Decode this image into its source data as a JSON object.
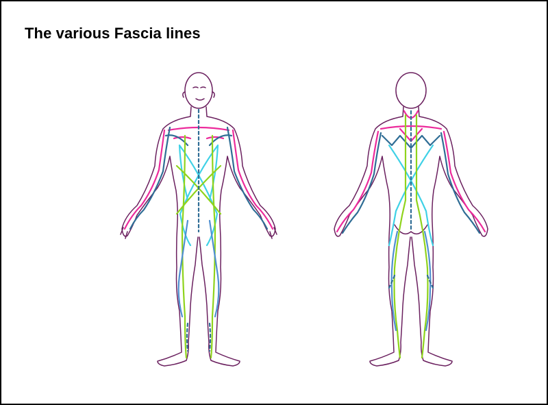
{
  "title": "The various Fascia lines",
  "colors": {
    "outline": "#6a1f5e",
    "magenta": "#ec2a9b",
    "dark_blue": "#2f6d95",
    "cyan": "#3fd1e6",
    "lime": "#8fd31c",
    "steel_blue": "#4f8fd0"
  },
  "figures": [
    "front-view",
    "back-view"
  ]
}
